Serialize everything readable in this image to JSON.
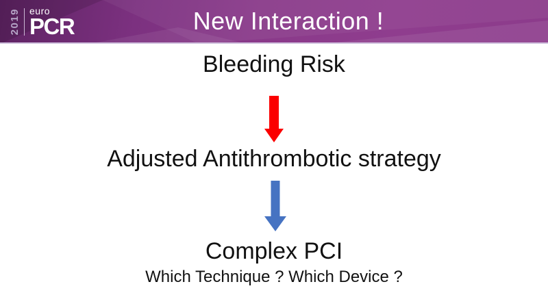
{
  "header": {
    "title": "New Interaction !",
    "logo": {
      "year": "2019",
      "brand_top": "euro",
      "brand_main": "PCR"
    },
    "colors": {
      "base": "#8a3a8a",
      "dark": "#5e2363",
      "light_facet": "#a8459a",
      "divider": "#cfc0dd",
      "title_text": "#ffffff",
      "year_text": "#b5a4c6"
    }
  },
  "flow": {
    "step1": "Bleeding Risk",
    "step2": "Adjusted Antithrombotic strategy",
    "step3": "Complex PCI",
    "question": "Which Technique ? Which Device ?",
    "arrow1": {
      "name": "red-down-arrow",
      "color": "#fb0000"
    },
    "arrow2": {
      "name": "blue-down-arrow",
      "color": "#4673c2"
    },
    "text_color": "#111111"
  }
}
